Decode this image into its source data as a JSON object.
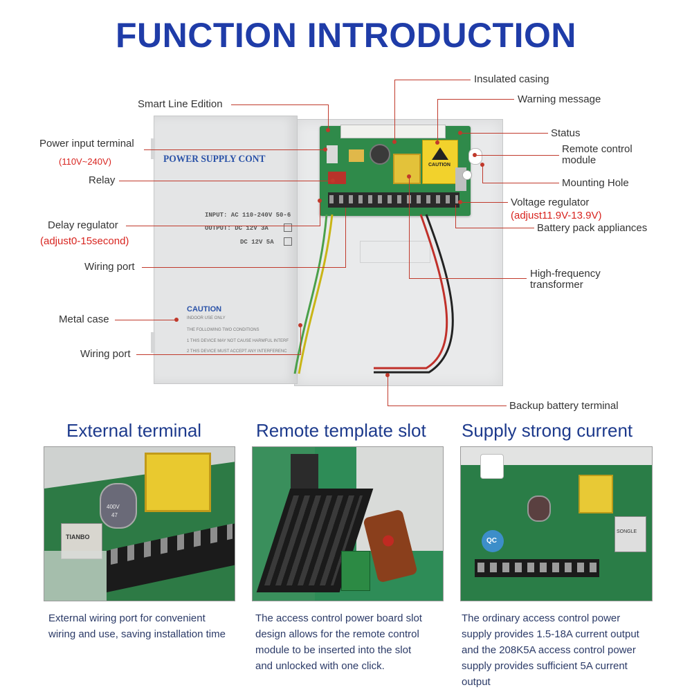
{
  "title": "FUNCTION INTRODUCTION",
  "enclosure": {
    "lid_title": "POWER SUPPLY CONT",
    "input_spec": "INPUT:  AC  110-240V  50-6",
    "output_spec_1": "OUTPUT:  DC  12V 3A",
    "output_spec_2": "DC  12V 5A",
    "caution_title": "CAUTION",
    "caution_lines": [
      "INDOOR USE ONLY",
      "THE FOLLOWING TWO CONDITIONS",
      "1 THIS DEVICE MAY NOT CAUSE HARMFUL INTERF",
      "2 THIS DEVICE MUST ACCEPT ANY INTERFERENC"
    ],
    "pcb_warning": "CAUTION"
  },
  "labels_left": {
    "smart_line": "Smart Line Edition",
    "power_input": "Power input terminal",
    "power_input_note": "(110V~240V)",
    "relay": "Relay",
    "delay_regulator": "Delay regulator",
    "delay_regulator_note": "(adjust0-15second)",
    "wiring_port_1": "Wiring port",
    "metal_case": "Metal case",
    "wiring_port_2": "Wiring port"
  },
  "labels_right": {
    "insulated_casing": "Insulated casing",
    "warning_message": "Warning message",
    "status": "Status",
    "remote_control_1": "Remote control",
    "remote_control_2": "module",
    "mounting_hole": "Mounting Hole",
    "voltage_regulator": "Voltage regulator",
    "voltage_regulator_note": "(adjust11.9V-13.9V)",
    "battery_pack": "Battery pack appliances",
    "hf_transformer_1": "High-frequency",
    "hf_transformer_2": "transformer",
    "backup_battery": "Backup battery terminal"
  },
  "colors": {
    "title": "#1f3ca8",
    "leader": "#c0392b",
    "note": "#d8241f",
    "heading": "#1d3a8c"
  },
  "panels": [
    {
      "heading": "External terminal",
      "desc": [
        "External wiring port for convenient",
        "wiring and use, saving installation time"
      ],
      "photo_text": [
        "400V",
        "47",
        "TIANBO"
      ]
    },
    {
      "heading": "Remote template slot",
      "desc": [
        "The access control power board slot",
        "design allows for the remote control",
        "module to be inserted into the slot",
        "and unlocked with one click."
      ]
    },
    {
      "heading": "Supply strong current",
      "desc": [
        "The ordinary access control power",
        "supply provides 1.5-18A current output",
        "and the 208K5A access control power",
        "supply provides sufficient 5A current",
        "output"
      ],
      "photo_text": [
        "QC",
        "SONGLE"
      ]
    }
  ]
}
